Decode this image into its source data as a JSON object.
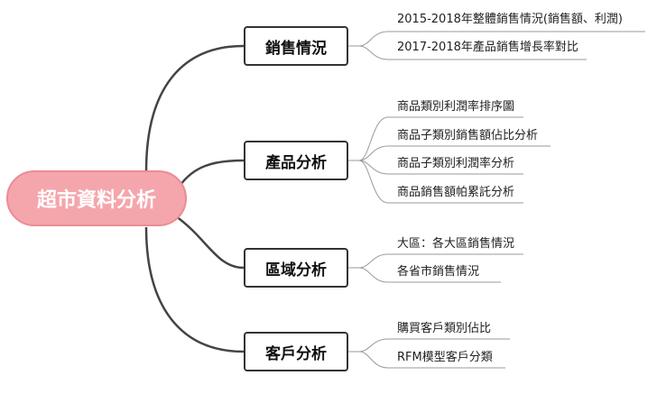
{
  "root": {
    "label": "超市資料分析"
  },
  "branches": [
    {
      "label": "銷售情況",
      "leaves": [
        "2015-2018年整體銷售情況(銷售額、利潤)",
        "2017-2018年產品銷售增長率對比"
      ]
    },
    {
      "label": "產品分析",
      "leaves": [
        "商品類別利潤率排序圖",
        "商品子類別銷售額佔比分析",
        "商品子類別利潤率分析",
        "商品銷售額帕累託分析"
      ]
    },
    {
      "label": "區域分析",
      "leaves": [
        "大區：各大區銷售情況",
        "各省市銷售情況"
      ]
    },
    {
      "label": "客戶分析",
      "leaves": [
        "購買客戶類別佔比",
        "RFM模型客戶分類"
      ]
    }
  ],
  "colors": {
    "root_fill": "#f4a6ac",
    "root_border": "#ea8c95",
    "line": "#444444",
    "leaf_line": "#999999"
  }
}
